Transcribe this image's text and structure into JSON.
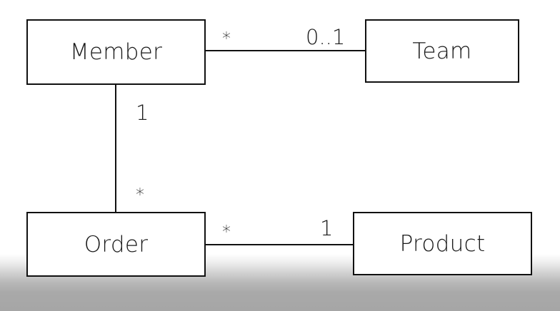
{
  "diagram": {
    "entities": {
      "member": "Member",
      "team": "Team",
      "order": "Order",
      "product": "Product"
    },
    "relations": {
      "member_team": {
        "member_end": "*",
        "team_end": "0..1"
      },
      "member_order": {
        "member_end": "1",
        "order_end": "*"
      },
      "order_product": {
        "order_end": "*",
        "product_end": "1"
      }
    }
  }
}
